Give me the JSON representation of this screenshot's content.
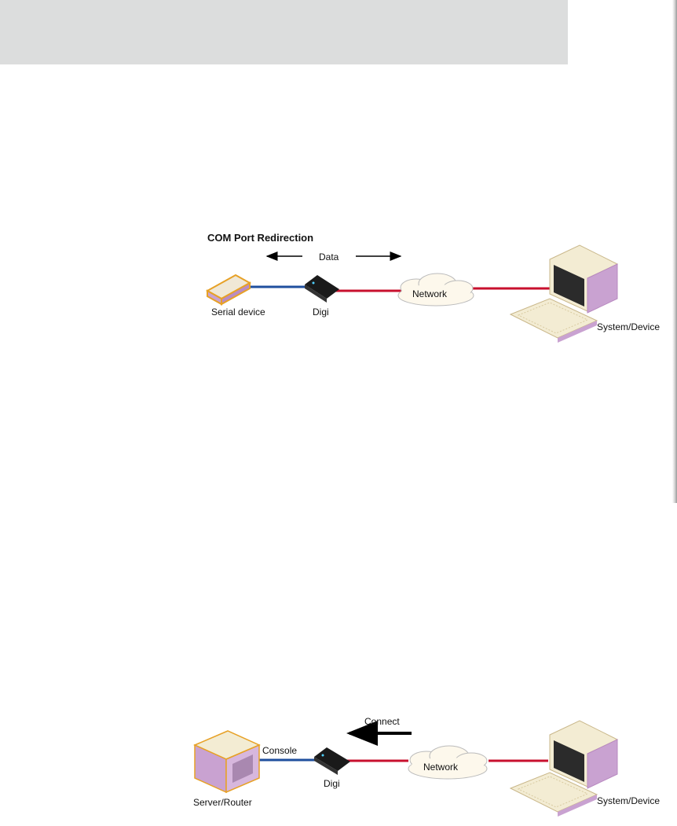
{
  "diagram1": {
    "title": "COM Port Redirection",
    "data_label": "Data",
    "serial_device_label": "Serial device",
    "digi_label": "Digi",
    "network_label": "Network",
    "system_label": "System/Device"
  },
  "diagram2": {
    "connect_label": "Connect",
    "console_label": "Console",
    "server_label": "Server/Router",
    "digi_label": "Digi",
    "network_label": "Network",
    "system_label": "System/Device"
  },
  "colors": {
    "serial_link": "#1f4f9e",
    "network_link": "#c8102e",
    "header_band": "#dcdddd",
    "device_purple": "#c9a2d1",
    "device_outline": "#e7a126"
  }
}
